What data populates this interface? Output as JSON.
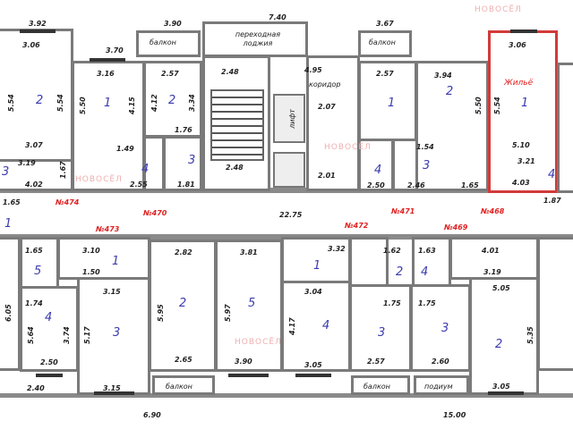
{
  "watermark": "НОВОСЁЛ",
  "areas": {
    "balcony": "балкон",
    "loggia": "переходная лоджия",
    "corridor": "коридор",
    "lift": "лифт",
    "highlight": "Жильё",
    "podium": "подиум"
  },
  "apartments": [
    "№474",
    "№473",
    "№470",
    "№472",
    "№471",
    "№469",
    "№468"
  ],
  "rooms": {
    "top": [
      "2",
      "3",
      "1",
      "2",
      "4",
      "3",
      "1",
      "2",
      "4",
      "3",
      "1",
      "4"
    ],
    "bottom": [
      "1",
      "5",
      "4",
      "3",
      "2",
      "5",
      "1",
      "4",
      "2",
      "3",
      "4",
      "3",
      "1",
      "2"
    ]
  },
  "dims": {
    "top": [
      "3.92",
      "3.06",
      "5.54",
      "5.54",
      "3.07",
      "3.19",
      "4.02",
      "1.67",
      "3.90",
      "3.70",
      "3.16",
      "5.50",
      "4.15",
      "2.57",
      "4.12",
      "3.34",
      "1.76",
      "1.49",
      "2.55",
      "1.81",
      "7.40",
      "2.48",
      "2.48",
      "4.95",
      "2.07",
      "2.01",
      "3.67",
      "2.57",
      "3.94",
      "5.50",
      "1.54",
      "1.65",
      "2.50",
      "2.46",
      "3.06",
      "5.54",
      "5.10",
      "3.21",
      "4.03",
      "1.87",
      "1.65",
      "22.75"
    ],
    "bottom": [
      "1.65",
      "3.10",
      "1.50",
      "1.74",
      "5.64",
      "3.74",
      "2.50",
      "2.40",
      "3.15",
      "5.17",
      "3.15",
      "2.82",
      "5.95",
      "2.65",
      "3.81",
      "5.97",
      "3.90",
      "6.05",
      "6.90",
      "3.32",
      "3.04",
      "4.17",
      "3.05",
      "1.62",
      "1.75",
      "1.63",
      "1.75",
      "2.57",
      "2.60",
      "4.01",
      "3.19",
      "5.05",
      "5.35",
      "3.05",
      "15.00"
    ]
  }
}
